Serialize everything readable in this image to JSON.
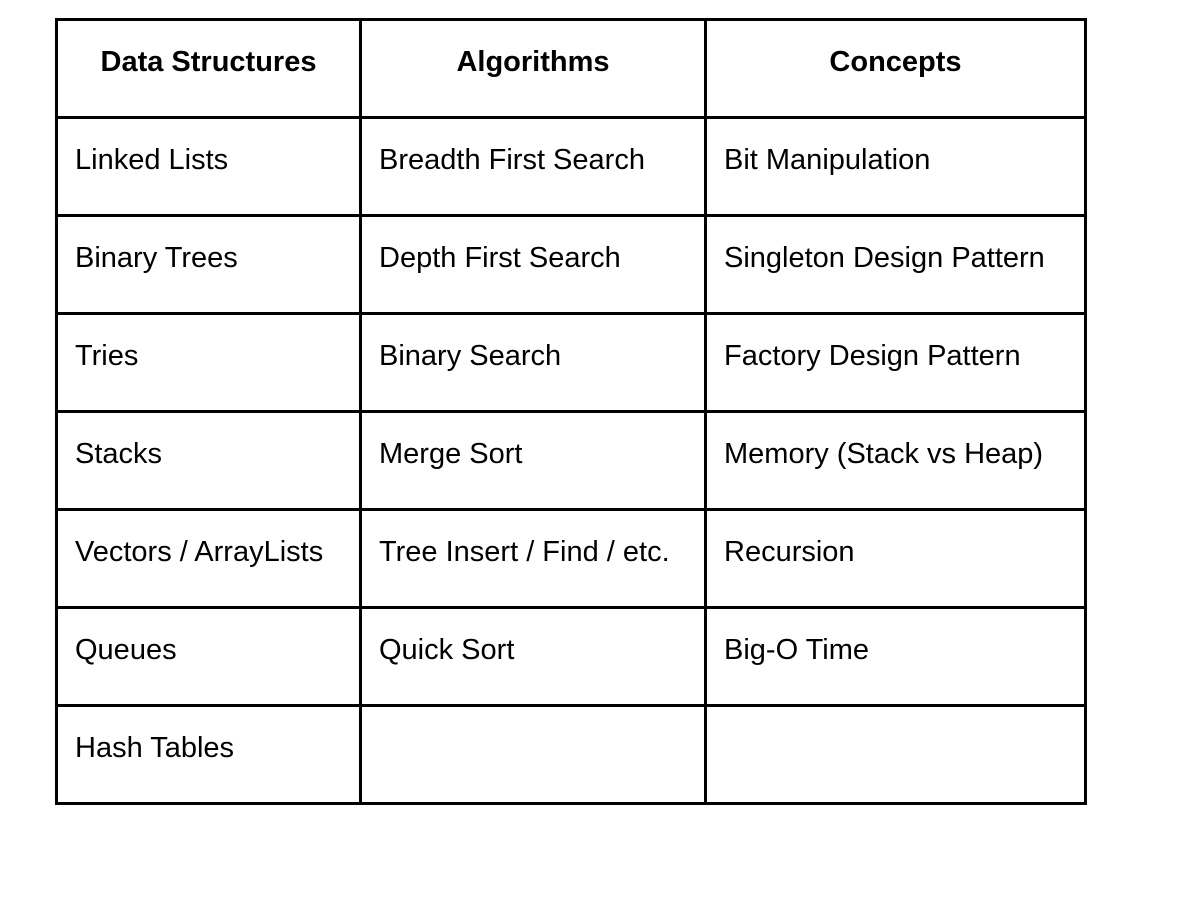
{
  "table": {
    "headers": [
      "Data Structures",
      "Algorithms",
      "Concepts"
    ],
    "rows": [
      [
        "Linked Lists",
        "Breadth First Search",
        "Bit Manipulation"
      ],
      [
        "Binary Trees",
        "Depth First Search",
        "Singleton Design Pattern"
      ],
      [
        "Tries",
        "Binary Search",
        "Factory Design Pattern"
      ],
      [
        "Stacks",
        "Merge Sort",
        "Memory (Stack vs Heap)"
      ],
      [
        "Vectors / ArrayLists",
        "Tree Insert / Find / etc.",
        "Recursion"
      ],
      [
        "Queues",
        "Quick Sort",
        "Big-O Time"
      ],
      [
        "Hash Tables",
        "",
        ""
      ]
    ]
  }
}
